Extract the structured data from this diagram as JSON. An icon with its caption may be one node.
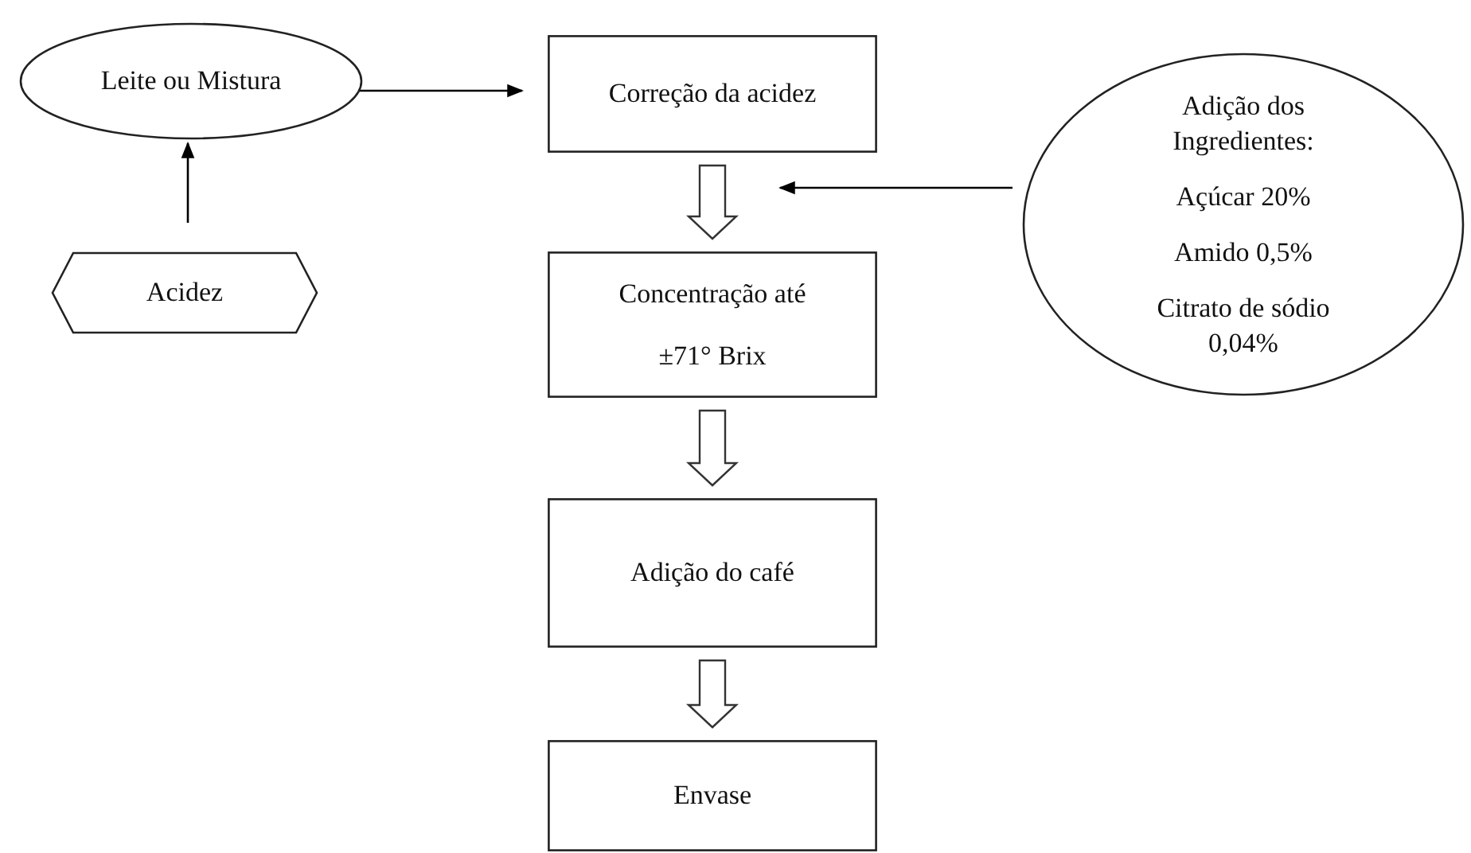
{
  "diagram": {
    "nodes": [
      {
        "text": [
          "Leite ou Mistura"
        ]
      },
      {
        "text": [
          "Acidez"
        ]
      },
      {
        "text": [
          "Correção da acidez"
        ]
      },
      {
        "text": [
          "Adição dos Ingredientes:",
          "Açúcar 20%",
          "Amido 0,5%",
          "Citrato de sódio 0,04%"
        ]
      },
      {
        "text": [
          "Concentração até ±71°  Brix"
        ]
      },
      {
        "text": [
          "Adição do café"
        ]
      },
      {
        "text": [
          "Envase"
        ]
      }
    ],
    "edges": [
      {
        "from": 1,
        "to": 0,
        "arrow": "to"
      },
      {
        "from": 0,
        "to": 2,
        "arrow": "to"
      },
      {
        "from": 2,
        "to": 4,
        "arrow": "to",
        "style": "thick"
      },
      {
        "from": 3,
        "to": 2,
        "arrow": "to"
      },
      {
        "from": 4,
        "to": 5,
        "arrow": "to",
        "style": "thick"
      },
      {
        "from": 5,
        "to": 6,
        "arrow": "to",
        "style": "thick"
      }
    ]
  }
}
